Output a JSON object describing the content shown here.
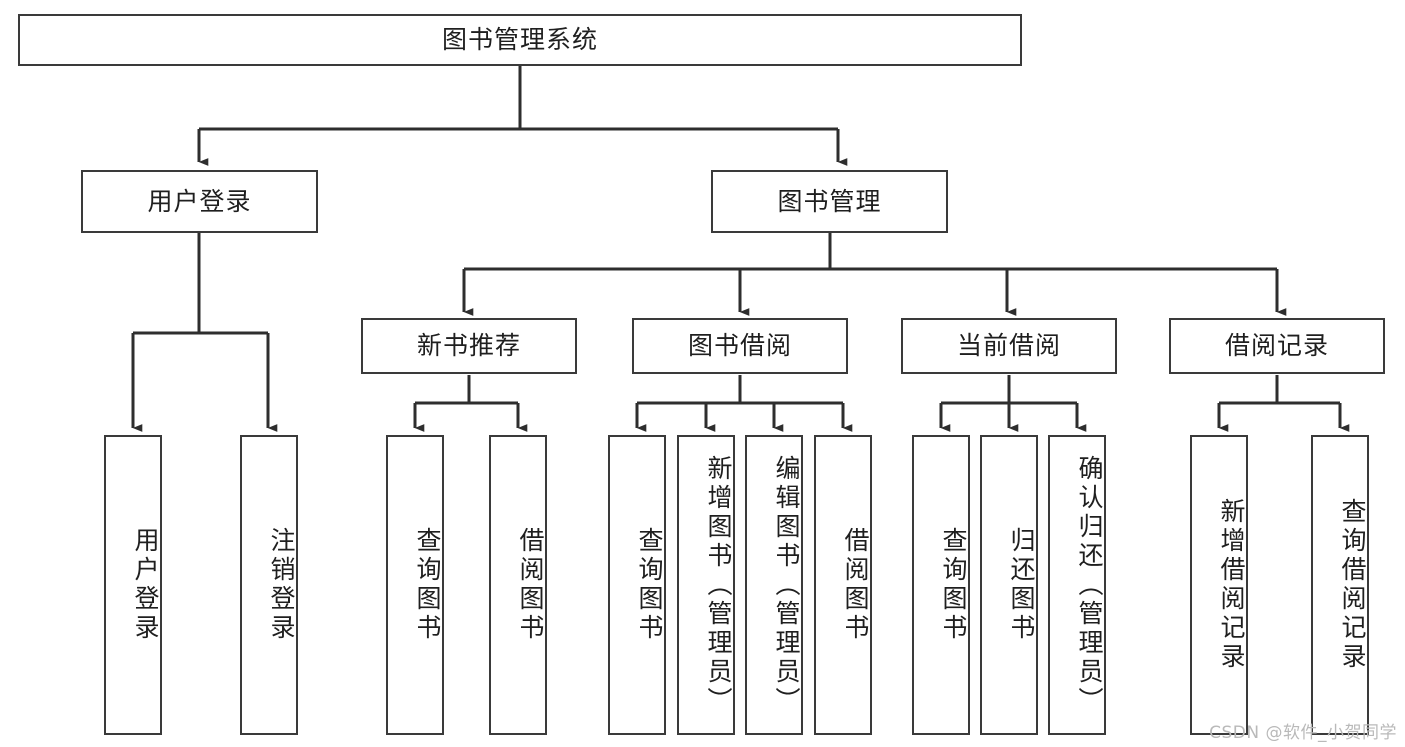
{
  "diagram": {
    "title": "图书管理系统",
    "type": "hierarchy-tree",
    "levels": 3,
    "colors": {
      "background": "#ffffff",
      "box_border": "#3a3a3a",
      "box_fill": "#ffffff",
      "text": "#1f1f1f",
      "connector": "#2e2e2e",
      "watermark": "#b9b9b9"
    }
  },
  "root": {
    "label": "图书管理系统"
  },
  "level2": [
    {
      "label": "用户登录"
    },
    {
      "label": "图书管理"
    }
  ],
  "level3": [
    {
      "label": "新书推荐"
    },
    {
      "label": "图书借阅"
    },
    {
      "label": "当前借阅"
    },
    {
      "label": "借阅记录"
    }
  ],
  "leaves": {
    "user_login": [
      {
        "label": "用户登录"
      },
      {
        "label": "注销登录"
      }
    ],
    "new_book_recommend": [
      {
        "label": "查询图书"
      },
      {
        "label": "借阅图书"
      }
    ],
    "book_borrow": [
      {
        "label": "查询图书"
      },
      {
        "label": "新增图书（管理员）"
      },
      {
        "label": "编辑图书（管理员）"
      },
      {
        "label": "借阅图书"
      }
    ],
    "current_borrow": [
      {
        "label": "查询图书"
      },
      {
        "label": "归还图书"
      },
      {
        "label": "确认归还（管理员）"
      }
    ],
    "borrow_record": [
      {
        "label": "新增借阅记录"
      },
      {
        "label": "查询借阅记录"
      }
    ]
  },
  "watermark": {
    "text": "CSDN @软件_小贺同学"
  }
}
